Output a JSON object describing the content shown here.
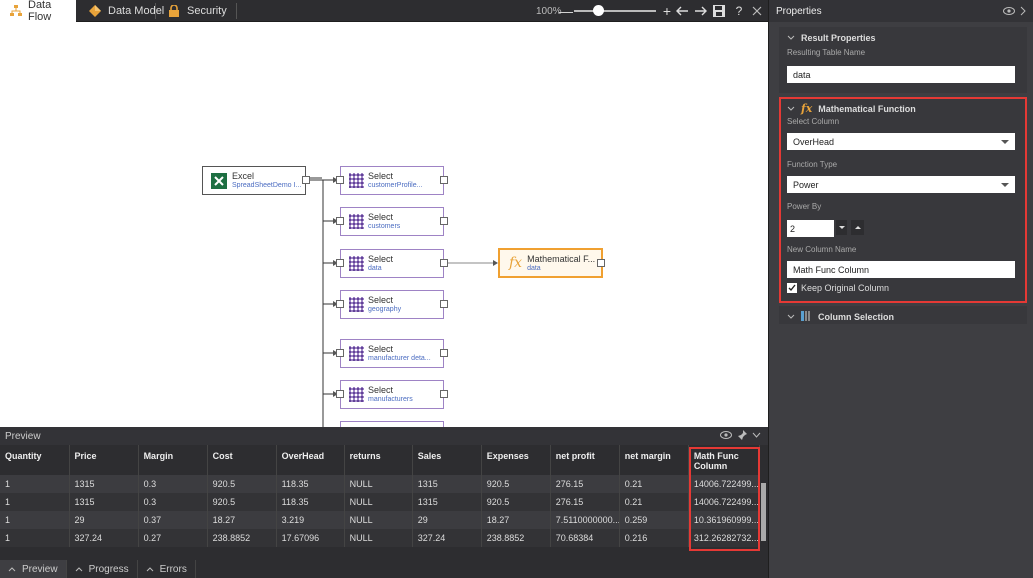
{
  "tabs": [
    {
      "label": "Data Flow",
      "active": true,
      "icon": "data-flow-icon"
    },
    {
      "label": "Data Model",
      "active": false,
      "icon": "data-model-icon"
    },
    {
      "label": "Security",
      "active": false,
      "icon": "lock-icon"
    }
  ],
  "toolbar": {
    "zoom": "100%",
    "minus": "—",
    "plus": "+"
  },
  "nodes": {
    "excel": {
      "title": "Excel",
      "sub": "SpreadSheetDemo I..."
    },
    "selects": [
      {
        "title": "Select",
        "sub": "customerProfile..."
      },
      {
        "title": "Select",
        "sub": "customers"
      },
      {
        "title": "Select",
        "sub": "data"
      },
      {
        "title": "Select",
        "sub": "geography"
      },
      {
        "title": "Select",
        "sub": "manufacturer deta..."
      },
      {
        "title": "Select",
        "sub": "manufacturers"
      }
    ],
    "math": {
      "title": "Mathematical F...",
      "sub": "data"
    }
  },
  "preview": {
    "title": "Preview",
    "columns": [
      "Quantity",
      "Price",
      "Margin",
      "Cost",
      "OverHead",
      "returns",
      "Sales",
      "Expenses",
      "net profit",
      "net margin",
      "Math Func Column"
    ],
    "rows": [
      [
        "1",
        "1315",
        "0.3",
        "920.5",
        "118.35",
        "NULL",
        "1315",
        "920.5",
        "276.15",
        "0.21",
        "14006.722499..."
      ],
      [
        "1",
        "1315",
        "0.3",
        "920.5",
        "118.35",
        "NULL",
        "1315",
        "920.5",
        "276.15",
        "0.21",
        "14006.722499..."
      ],
      [
        "1",
        "29",
        "0.37",
        "18.27",
        "3.219",
        "NULL",
        "29",
        "18.27",
        "7.5110000000...",
        "0.259",
        "10.361960999..."
      ],
      [
        "1",
        "327.24",
        "0.27",
        "238.8852",
        "17.67096",
        "NULL",
        "327.24",
        "238.8852",
        "70.68384",
        "0.216",
        "312.26282732..."
      ]
    ]
  },
  "bottom_tabs": [
    {
      "label": "Preview",
      "active": true
    },
    {
      "label": "Progress",
      "active": false
    },
    {
      "label": "Errors",
      "active": false
    }
  ],
  "props": {
    "title": "Properties",
    "result": {
      "title": "Result Properties",
      "table_label": "Resulting Table Name",
      "table_value": "data"
    },
    "math": {
      "title": "Mathematical Function",
      "select_label": "Select Column",
      "select_value": "OverHead",
      "type_label": "Function Type",
      "type_value": "Power",
      "power_label": "Power By",
      "power_value": "2",
      "newcol_label": "New Column Name",
      "newcol_value": "Math Func Column",
      "keep_label": "Keep Original Column"
    },
    "colsel": {
      "title": "Column Selection"
    }
  },
  "colors": {
    "accent_red": "#e53935",
    "select_border": "#9e83c5",
    "math_border": "#f0a030",
    "link_blue": "#4b6cc1"
  }
}
